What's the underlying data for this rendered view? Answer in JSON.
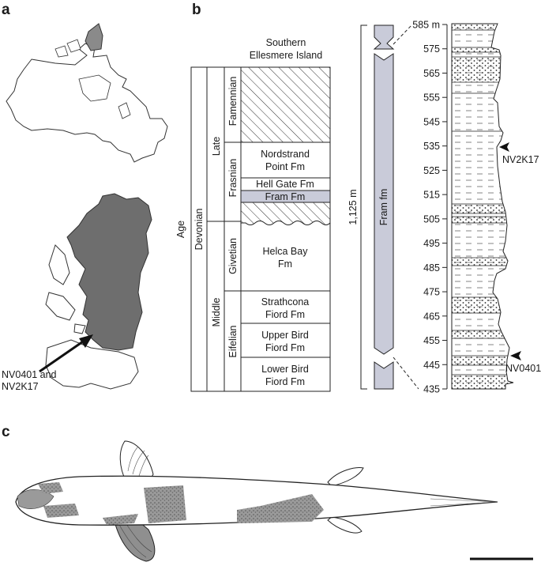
{
  "panel_labels": {
    "a": "a",
    "b": "b",
    "c": "c"
  },
  "map_label": {
    "line1": "NV0401 and",
    "line2": "NV2K17"
  },
  "region_title": {
    "line1": "Southern",
    "line2": "Ellesmere Island"
  },
  "strat_table": {
    "age": "Age",
    "period": "Devonian",
    "epochs": {
      "late": "Late",
      "middle": "Middle"
    },
    "stages": {
      "famennian": "Famennian",
      "frasnian": "Frasnian",
      "givetian": "Givetian",
      "eifelian": "Eifelian"
    },
    "formations": {
      "nordstrand_1": "Nordstrand",
      "nordstrand_2": "Point Fm",
      "hell_gate": "Hell Gate Fm",
      "fram": "Fram Fm",
      "helca_1": "Helca Bay",
      "helca_2": "Fm",
      "strathcona_1": "Strathcona",
      "strathcona_2": "Fiord Fm",
      "upper_bird_1": "Upper Bird",
      "upper_bird_2": "Fiord Fm",
      "lower_bird_1": "Lower Bird",
      "lower_bird_2": "Fiord Fm"
    }
  },
  "fram_bar": {
    "thickness": "1,125 m",
    "name": "Fram fm"
  },
  "section": {
    "ticks": [
      "585 m",
      "575",
      "565",
      "555",
      "545",
      "535",
      "525",
      "515",
      "505",
      "495",
      "485",
      "475",
      "465",
      "455",
      "445",
      "435"
    ],
    "markers": {
      "upper": "NV2K17",
      "lower": "NV0401"
    }
  }
}
